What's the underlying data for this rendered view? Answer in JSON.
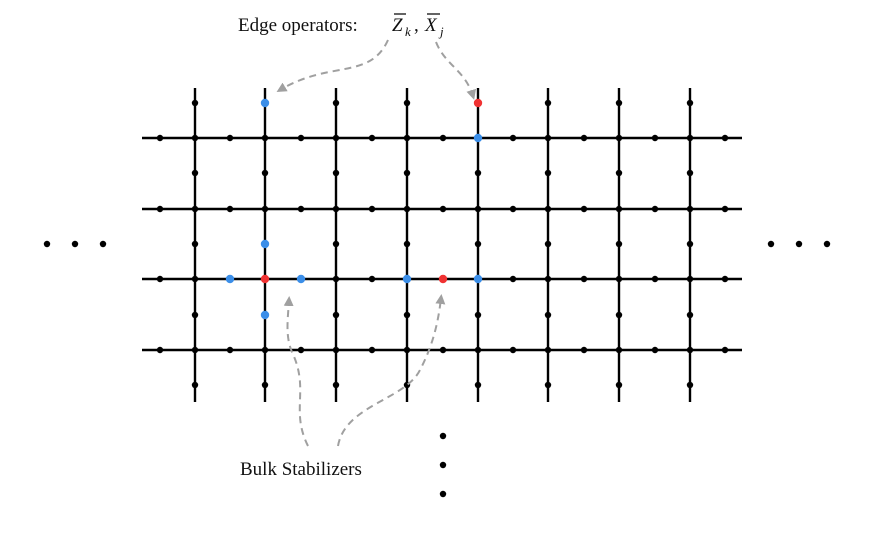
{
  "labels": {
    "edge_operators_prefix": "Edge operators:",
    "bulk_stabilizers": "Bulk Stabilizers",
    "z_symbol": "Z",
    "z_index": "k",
    "separator": ",",
    "x_symbol": "X",
    "x_index": "j"
  },
  "colors": {
    "lattice": "#000000",
    "dot": "#000000",
    "blue": "#3b8ee8",
    "red": "#f03232",
    "arrow": "#a0a0a0"
  },
  "lattice": {
    "horizontal_line_count": 4,
    "vertical_line_count": 8
  }
}
